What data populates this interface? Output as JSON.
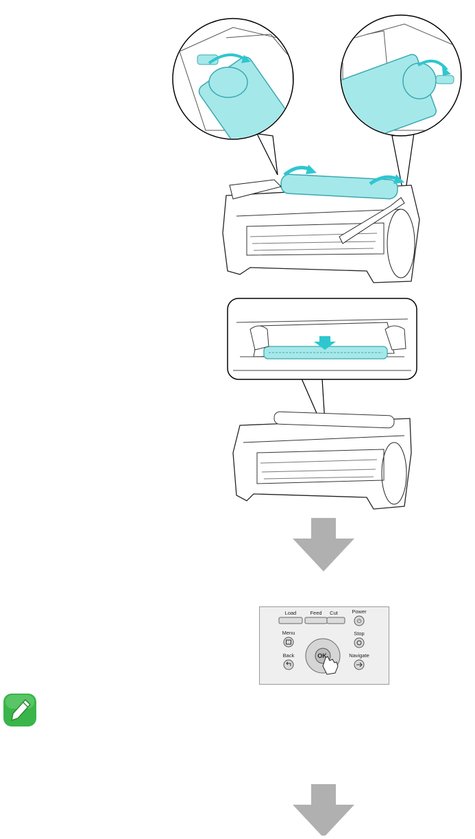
{
  "colors": {
    "roll": "#a5e8ea",
    "roll_stroke": "#3aa8b0",
    "arrow_accent": "#2ec7cf",
    "flow_arrow": "#b0b0b0",
    "note_icon": "#39b54a"
  },
  "figures": [
    {
      "name": "roll-holder-insertion",
      "icon": "printer-roll-holder"
    },
    {
      "name": "paper-edge-alignment",
      "icon": "printer-paper-edge"
    }
  ],
  "control_panel": {
    "load": "Load",
    "feed": "Feed",
    "cut": "Cut",
    "power": "Power",
    "menu": "Menu",
    "stop": "Stop",
    "back": "Back",
    "navigate": "Navigate",
    "ok": "OK"
  },
  "note_icon": "pencil-note-icon",
  "flow_arrows": [
    "down-arrow",
    "down-arrow"
  ]
}
